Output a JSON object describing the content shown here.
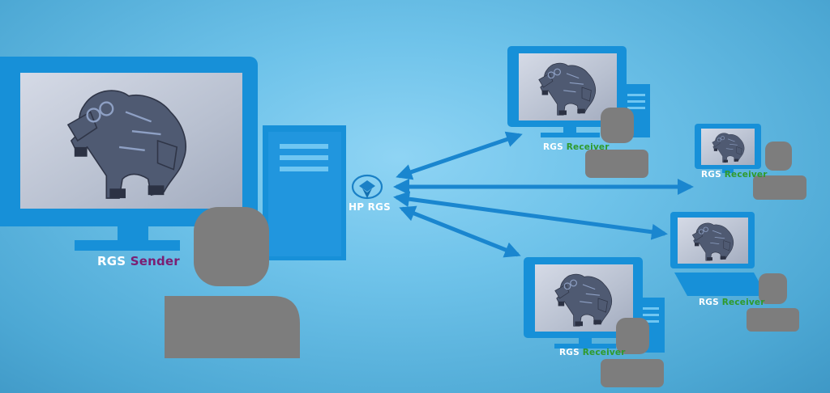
{
  "sender": {
    "label_prefix": "RGS",
    "label_role": "Sender",
    "role_color": "#7b1e72"
  },
  "hub": {
    "label": "HP RGS",
    "icon": "hp-rgs-logo-icon"
  },
  "receivers": [
    {
      "label_prefix": "RGS",
      "label_role": "Receiver",
      "device": "desktop-monitor"
    },
    {
      "label_prefix": "RGS",
      "label_role": "Receiver",
      "device": "small-monitor"
    },
    {
      "label_prefix": "RGS",
      "label_role": "Receiver",
      "device": "laptop"
    },
    {
      "label_prefix": "RGS",
      "label_role": "Receiver",
      "device": "desktop-monitor"
    }
  ],
  "colors": {
    "device_blue": "#1790d8",
    "arrow_blue": "#1a86cf",
    "person_gray": "#7d7d7d",
    "receiver_green": "#2f9a2c"
  }
}
